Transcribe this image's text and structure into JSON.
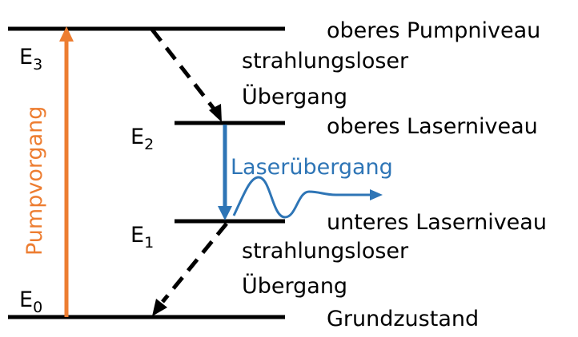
{
  "levels": [
    {
      "symbol": "E",
      "index": "3",
      "description": "oberes Pumpniveau"
    },
    {
      "symbol": "E",
      "index": "2",
      "description": "oberes Laserniveau"
    },
    {
      "symbol": "E",
      "index": "1",
      "description": "unteres Laserniveau"
    },
    {
      "symbol": "E",
      "index": "0",
      "description": "Grundzustand"
    }
  ],
  "transitions": {
    "pump": {
      "label": "Pumpvorgang",
      "color": "#ED7D31"
    },
    "laser": {
      "label": "Laserübergang",
      "color": "#2E75B6"
    },
    "nonradiative_upper": {
      "line1": "strahlungsloser",
      "line2": "Übergang"
    },
    "nonradiative_lower": {
      "line1": "strahlungsloser",
      "line2": "Übergang"
    }
  }
}
